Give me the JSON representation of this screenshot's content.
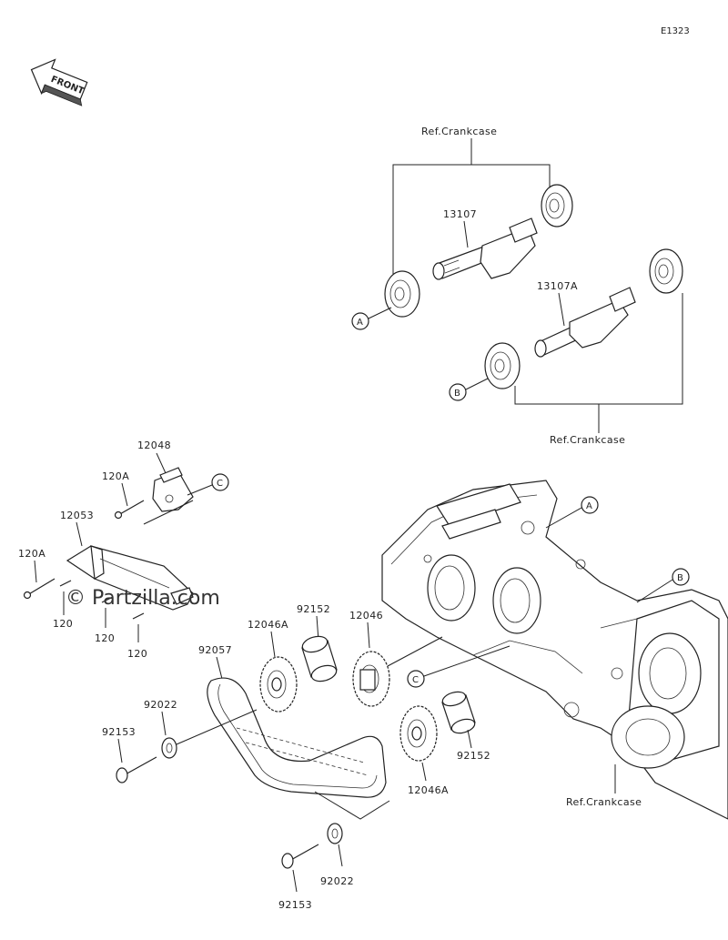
{
  "diagram_code": "E1323",
  "front_label": "FRONT",
  "watermark": "© Partzilla.com",
  "ref_labels": {
    "crankcase_top": "Ref.Crankcase",
    "crankcase_mid": "Ref.Crankcase",
    "crankcase_bottom": "Ref.Crankcase"
  },
  "callouts": {
    "A": "A",
    "B": "B",
    "C": "C"
  },
  "parts": {
    "p13107": "13107",
    "p13107A": "13107A",
    "p12048": "12048",
    "p120A_top": "120A",
    "p12053": "12053",
    "p120A_left": "120A",
    "p120_a": "120",
    "p120_b": "120",
    "p120_c": "120",
    "p92057": "92057",
    "p12046A_top": "12046A",
    "p92152_top": "92152",
    "p12046": "12046",
    "p92152_bottom": "92152",
    "p92022_left": "92022",
    "p92153_left": "92153",
    "p12046A_bottom": "12046A",
    "p92022_bottom": "92022",
    "p92153_bottom": "92153"
  }
}
